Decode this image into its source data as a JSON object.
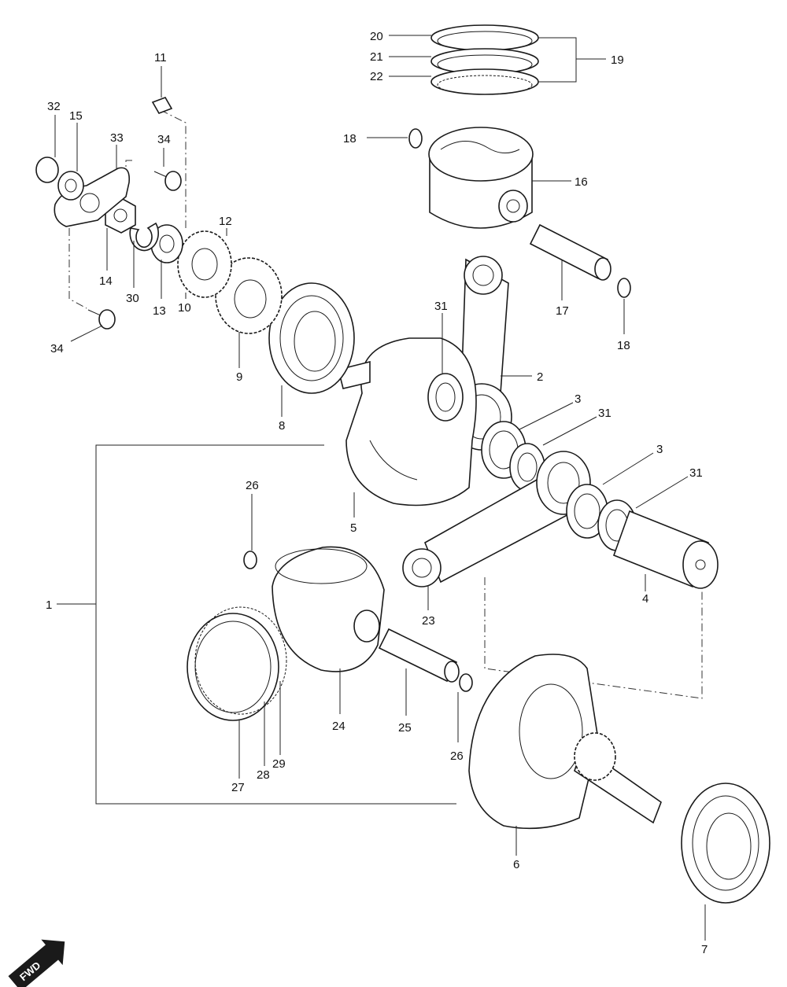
{
  "diagram": {
    "callouts": [
      {
        "id": "c1",
        "text": "1"
      },
      {
        "id": "c2",
        "text": "2"
      },
      {
        "id": "c3a",
        "text": "3"
      },
      {
        "id": "c3b",
        "text": "3"
      },
      {
        "id": "c4",
        "text": "4"
      },
      {
        "id": "c5",
        "text": "5"
      },
      {
        "id": "c6",
        "text": "6"
      },
      {
        "id": "c7",
        "text": "7"
      },
      {
        "id": "c8",
        "text": "8"
      },
      {
        "id": "c9",
        "text": "9"
      },
      {
        "id": "c10",
        "text": "10"
      },
      {
        "id": "c11",
        "text": "11"
      },
      {
        "id": "c12",
        "text": "12"
      },
      {
        "id": "c13",
        "text": "13"
      },
      {
        "id": "c14",
        "text": "14"
      },
      {
        "id": "c15",
        "text": "15"
      },
      {
        "id": "c16",
        "text": "16"
      },
      {
        "id": "c17",
        "text": "17"
      },
      {
        "id": "c18a",
        "text": "18"
      },
      {
        "id": "c18b",
        "text": "18"
      },
      {
        "id": "c19",
        "text": "19"
      },
      {
        "id": "c20",
        "text": "20"
      },
      {
        "id": "c21",
        "text": "21"
      },
      {
        "id": "c22",
        "text": "22"
      },
      {
        "id": "c23",
        "text": "23"
      },
      {
        "id": "c24",
        "text": "24"
      },
      {
        "id": "c25",
        "text": "25"
      },
      {
        "id": "c26a",
        "text": "26"
      },
      {
        "id": "c26b",
        "text": "26"
      },
      {
        "id": "c27",
        "text": "27"
      },
      {
        "id": "c28",
        "text": "28"
      },
      {
        "id": "c29",
        "text": "29"
      },
      {
        "id": "c30",
        "text": "30"
      },
      {
        "id": "c31a",
        "text": "31"
      },
      {
        "id": "c31b",
        "text": "31"
      },
      {
        "id": "c31c",
        "text": "31"
      },
      {
        "id": "c32",
        "text": "32"
      },
      {
        "id": "c33",
        "text": "33"
      },
      {
        "id": "c34a",
        "text": "34"
      },
      {
        "id": "c34b",
        "text": "34"
      }
    ],
    "direction_badge": {
      "text": "FWD"
    }
  }
}
